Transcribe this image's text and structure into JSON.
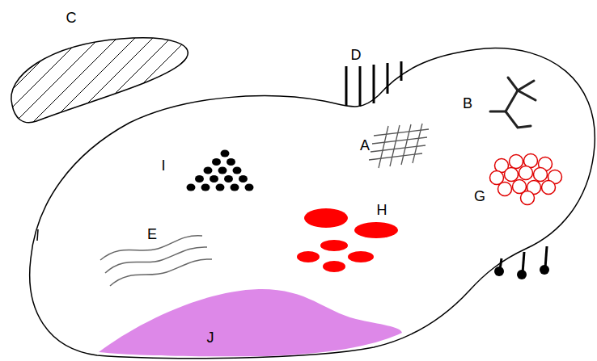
{
  "diagram": {
    "labels": [
      "C",
      "D",
      "B",
      "A",
      "I",
      "G",
      "H",
      "E",
      "J"
    ]
  }
}
